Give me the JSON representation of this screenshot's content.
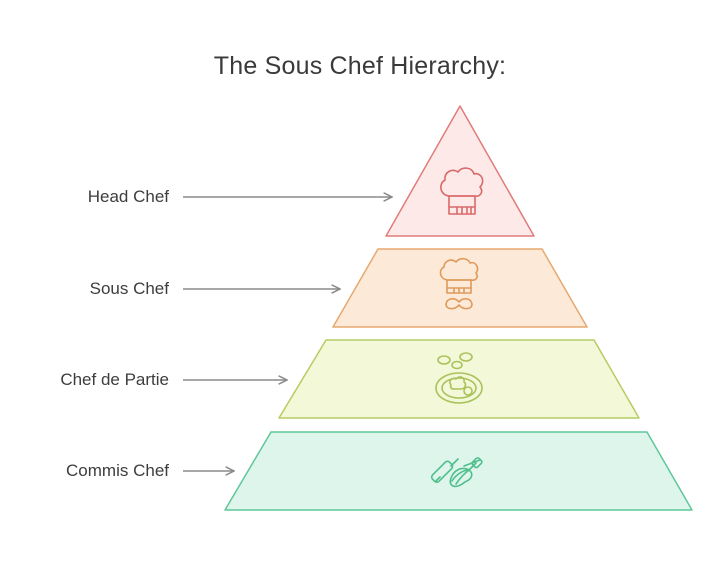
{
  "title": "The Sous Chef Hierarchy:",
  "levels": [
    {
      "label": "Head Chef",
      "icon": "chef-hat-icon",
      "stroke": "#e07c7c",
      "fill": "#fce9e8"
    },
    {
      "label": "Sous Chef",
      "icon": "chef-hat-mustache-icon",
      "stroke": "#e6a86e",
      "fill": "#fde9d8"
    },
    {
      "label": "Chef de Partie",
      "icon": "plate-food-icon",
      "stroke": "#b6cc62",
      "fill": "#f3f8d9"
    },
    {
      "label": "Commis Chef",
      "icon": "rolling-pin-whisk-icon",
      "stroke": "#5fc79a",
      "fill": "#ddf5ea"
    }
  ],
  "arrow_color": "#8a8a8a"
}
